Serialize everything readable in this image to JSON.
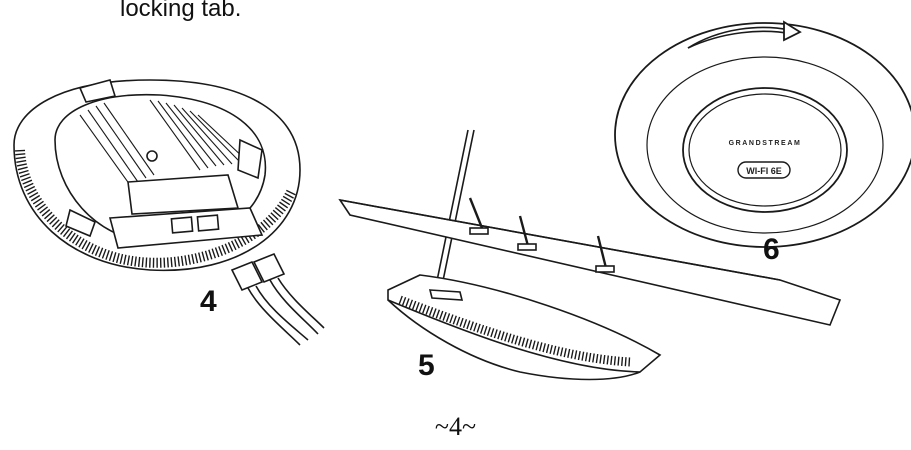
{
  "caption": {
    "text": "locking tab."
  },
  "steps": {
    "four": "4",
    "five": "5",
    "six": "6"
  },
  "device": {
    "brand": "GRANDSTREAM",
    "badge": "WI-FI 6E"
  },
  "page_number": "~4~",
  "colors": {
    "line": "#1a1a1a",
    "fill": "#ffffff"
  }
}
